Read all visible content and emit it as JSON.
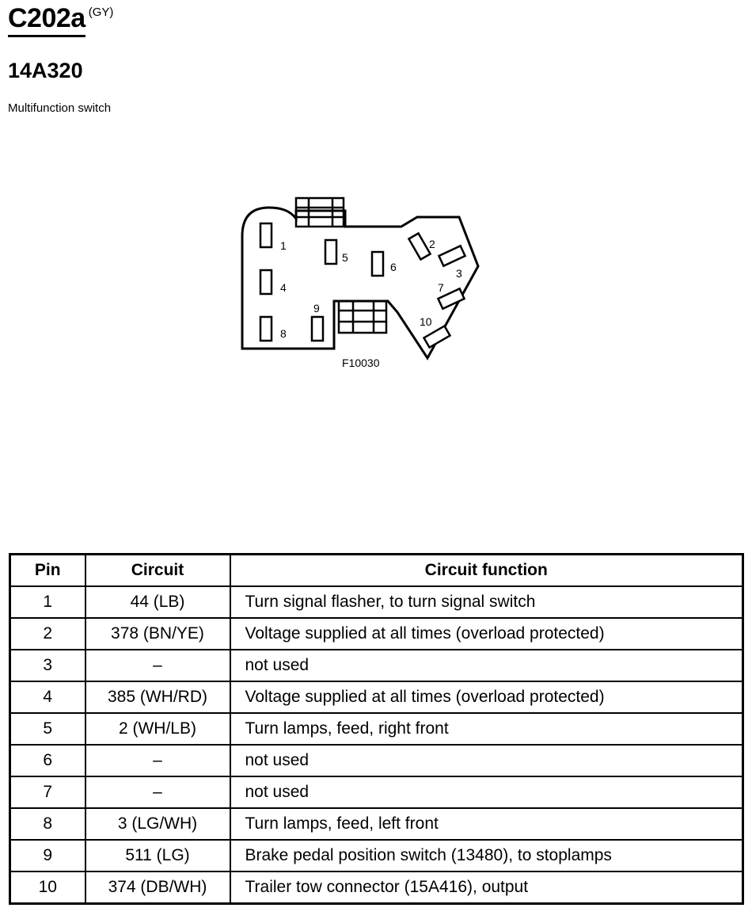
{
  "header": {
    "connector_id": "C202a",
    "color_code": "(GY)",
    "part_number": "14A320",
    "description": "Multifunction switch"
  },
  "diagram": {
    "figure_id": "F10030",
    "pin_labels": [
      "1",
      "2",
      "3",
      "4",
      "5",
      "6",
      "7",
      "8",
      "9",
      "10"
    ]
  },
  "table": {
    "headers": [
      "Pin",
      "Circuit",
      "Circuit function"
    ],
    "rows": [
      {
        "pin": "1",
        "circuit": "44 (LB)",
        "function": "Turn signal flasher, to turn signal switch"
      },
      {
        "pin": "2",
        "circuit": "378 (BN/YE)",
        "function": "Voltage supplied at all times (overload protected)"
      },
      {
        "pin": "3",
        "circuit": "–",
        "function": "not used"
      },
      {
        "pin": "4",
        "circuit": "385 (WH/RD)",
        "function": "Voltage supplied at all times (overload protected)"
      },
      {
        "pin": "5",
        "circuit": "2 (WH/LB)",
        "function": "Turn lamps, feed, right front"
      },
      {
        "pin": "6",
        "circuit": "–",
        "function": "not used"
      },
      {
        "pin": "7",
        "circuit": "–",
        "function": "not used"
      },
      {
        "pin": "8",
        "circuit": "3 (LG/WH)",
        "function": "Turn lamps, feed, left front"
      },
      {
        "pin": "9",
        "circuit": "511 (LG)",
        "function": "Brake pedal position switch (13480), to stoplamps"
      },
      {
        "pin": "10",
        "circuit": "374 (DB/WH)",
        "function": "Trailer tow connector (15A416), output"
      }
    ]
  }
}
